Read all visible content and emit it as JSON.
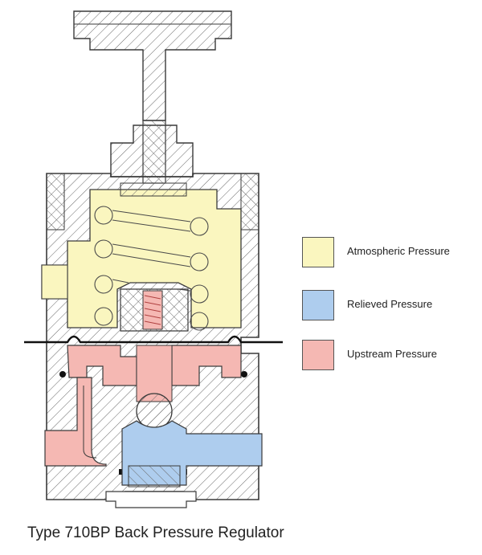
{
  "title": "Type 710BP Back Pressure Regulator",
  "colors": {
    "atmospheric": "#faf6bf",
    "relieved": "#aecdee",
    "upstream": "#f5b8b3",
    "outline": "#3a3a3a",
    "hatch": "#6a6a6a"
  },
  "legend": [
    {
      "label": "Atmospheric Pressure",
      "color_key": "atmospheric"
    },
    {
      "label": "Relieved Pressure",
      "color_key": "relieved"
    },
    {
      "label": "Upstream Pressure",
      "color_key": "upstream"
    }
  ]
}
